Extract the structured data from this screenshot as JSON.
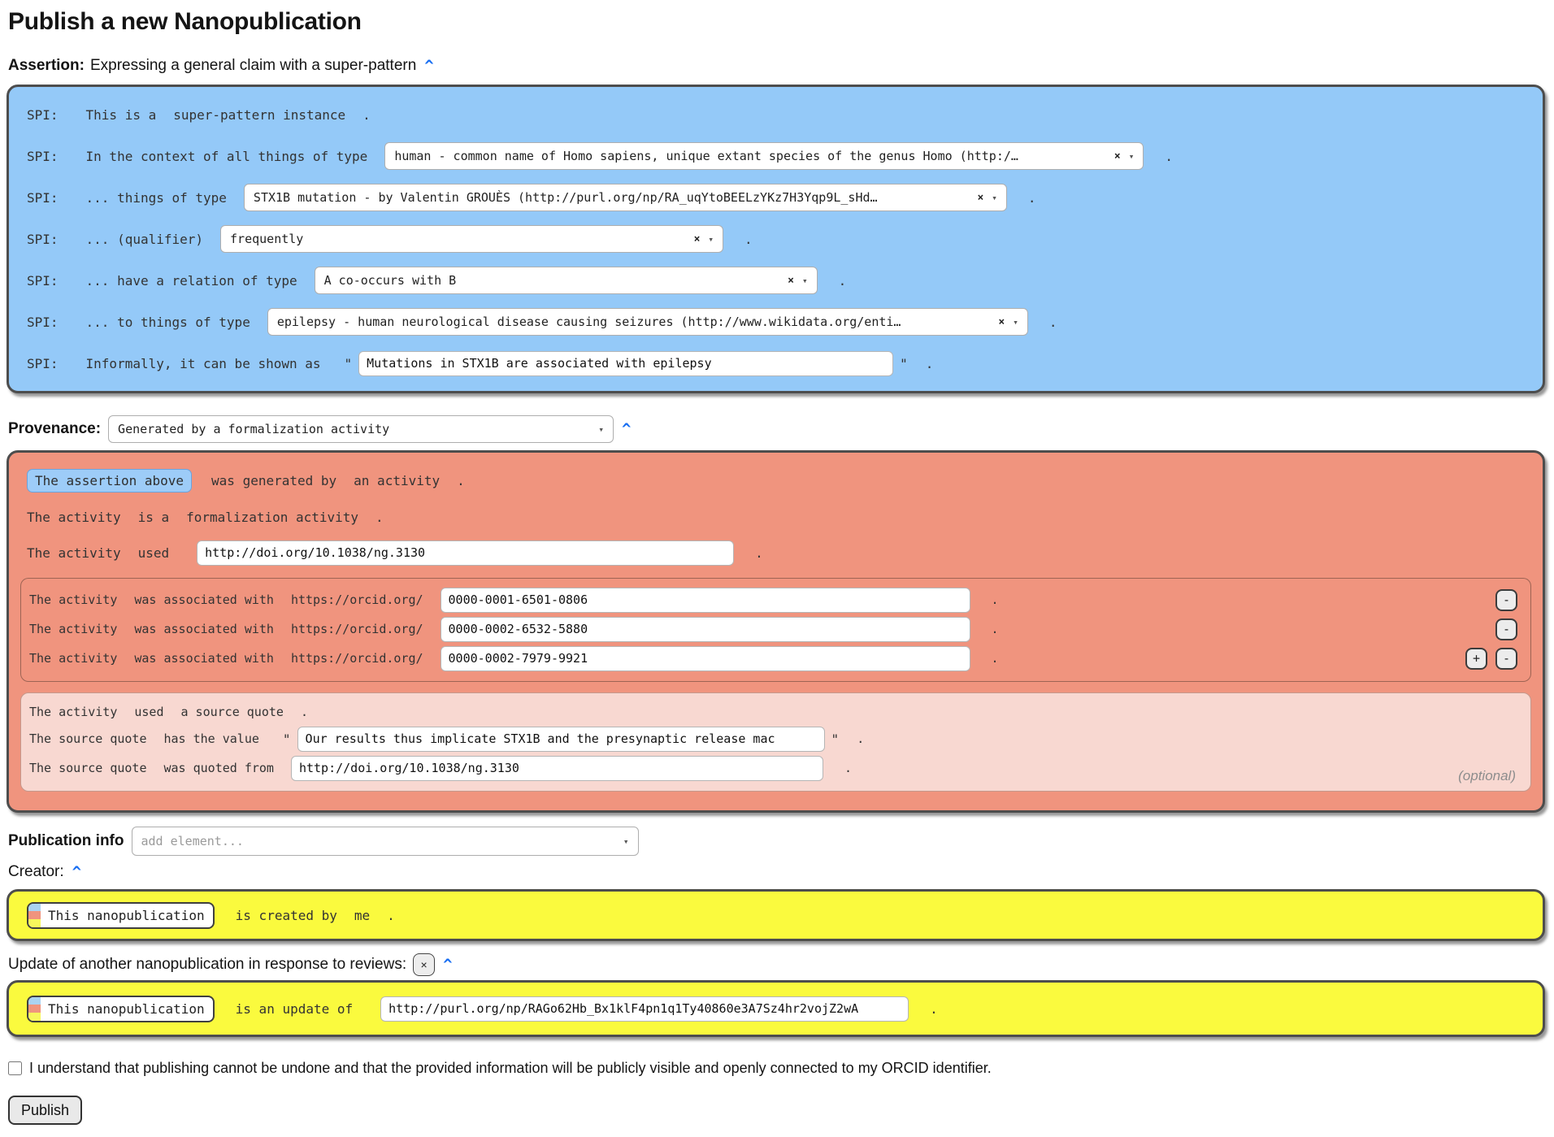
{
  "page": {
    "title": "Publish a new Nanopublication"
  },
  "punct": {
    "dot": ".",
    "quote": "\"",
    "clear": "×",
    "arrow": "▾",
    "caret": "^",
    "minus": "-",
    "plus": "+",
    "remove": "×"
  },
  "colors": {
    "assertion_bg": "#94c9f8",
    "provenance_bg": "#f0947e",
    "source_quote_bg": "#f8d8d1",
    "pubinfo_bg": "#fafa3e",
    "accent_blue": "#1a6ff2"
  },
  "assertion": {
    "heading": "Assertion:",
    "subtitle": "Expressing a general claim with a super-pattern",
    "rows": {
      "r1": {
        "prefix": "SPI:",
        "a": "This is a",
        "b": "super-pattern instance"
      },
      "r2": {
        "prefix": "SPI:",
        "label": "In the context of all things of type",
        "value": "human - common name of Homo sapiens, unique extant species of the genus Homo (http:/…"
      },
      "r3": {
        "prefix": "SPI:",
        "label": "... things of type",
        "value": "STX1B mutation - by Valentin GROUÈS (http://purl.org/np/RA_uqYtoBEELzYKz7H3Yqp9L_sHd…"
      },
      "r4": {
        "prefix": "SPI:",
        "label": "... (qualifier)",
        "value": "frequently"
      },
      "r5": {
        "prefix": "SPI:",
        "label": "... have a relation of type",
        "value": "A co-occurs with B"
      },
      "r6": {
        "prefix": "SPI:",
        "label": "... to things of type",
        "value": "epilepsy - human neurological disease causing seizures (http://www.wikidata.org/enti…"
      },
      "r7": {
        "prefix": "SPI:",
        "label": "Informally, it can be shown as",
        "value": "Mutations in STX1B are associated with epilepsy"
      }
    }
  },
  "provenance": {
    "heading": "Provenance:",
    "selected": "Generated by a formalization activity",
    "generated": {
      "chip": "The assertion above",
      "b": "was generated by",
      "c": "an activity"
    },
    "isa": {
      "a": "The activity",
      "b": "is a",
      "c": "formalization activity"
    },
    "used": {
      "a": "The activity",
      "b": "used",
      "value": "http://doi.org/10.1038/ng.3130"
    },
    "associated": {
      "a": "The activity",
      "b": "was associated with",
      "c": "https://orcid.org/",
      "items": [
        {
          "value": "0000-0001-6501-0806"
        },
        {
          "value": "0000-0002-6532-5880"
        },
        {
          "value": "0000-0002-7979-9921"
        }
      ]
    },
    "source_quote": {
      "used": {
        "a": "The activity",
        "b": "used",
        "c": "a source quote"
      },
      "value_row": {
        "a": "The source quote",
        "b": "has the value",
        "value": "Our results thus implicate STX1B and the presynaptic release mac"
      },
      "from_row": {
        "a": "The source quote",
        "b": "was quoted from",
        "value": "http://doi.org/10.1038/ng.3130"
      },
      "optional": "(optional)"
    }
  },
  "publication_info": {
    "heading": "Publication info",
    "placeholder": "add element..."
  },
  "creator": {
    "heading": "Creator:",
    "chip": "This nanopublication",
    "a": "is created by",
    "b": "me"
  },
  "update": {
    "heading": "Update of another nanopublication in response to reviews:",
    "chip": "This nanopublication",
    "a": "is an update of",
    "value": "http://purl.org/np/RAGo62Hb_Bx1klF4pn1q1Ty40860e3A7Sz4hr2vojZ2wA"
  },
  "footer": {
    "consent": "I understand that publishing cannot be undone and that the provided information will be publicly visible and openly connected to my ORCID identifier.",
    "publish_label": "Publish"
  }
}
